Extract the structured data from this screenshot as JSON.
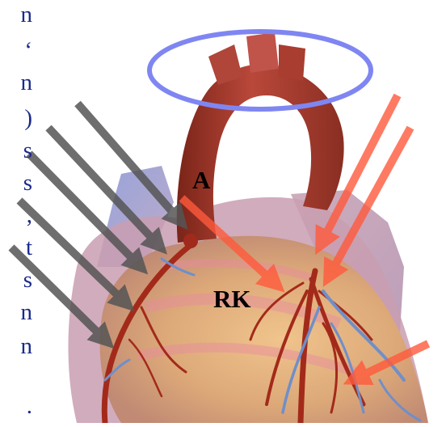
{
  "diagram": {
    "labels": {
      "aorta": "A",
      "coronary_artery": "RK"
    },
    "left_text_fragments": [
      "n",
      "‘",
      "n",
      ")",
      "s",
      "s",
      ",",
      "t",
      "s",
      "n",
      "n",
      "."
    ],
    "colors": {
      "ellipse_outline": "#7f86f2",
      "gray_arrows": "#555555",
      "red_arrows": "#ff5a3c",
      "text_fragments": "#1a2a8c",
      "aorta": "#a63a2c",
      "heart_surface": "#e2b27a",
      "vessels_red": "#a32a1a",
      "vessels_blue": "#6f8fc9"
    }
  }
}
